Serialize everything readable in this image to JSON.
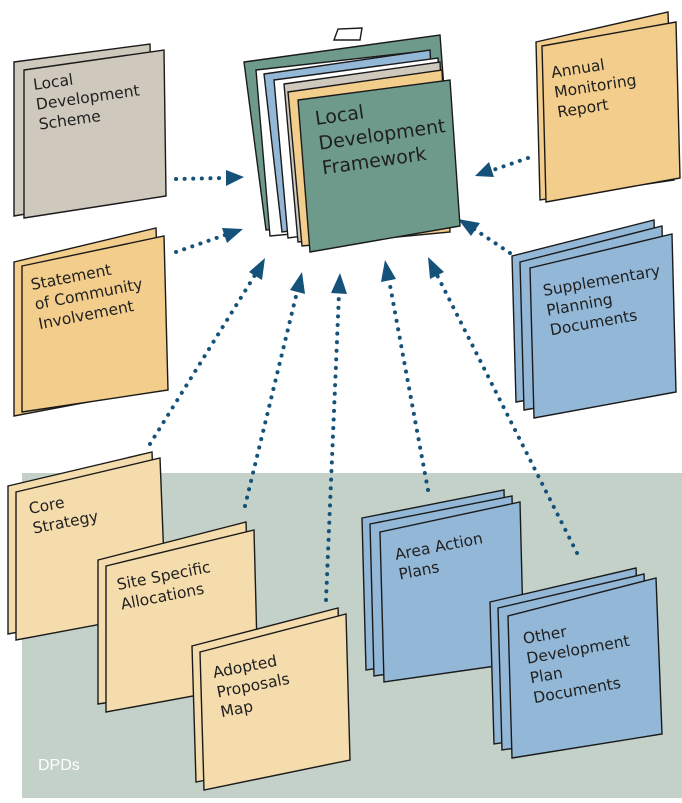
{
  "central": {
    "lines": [
      "Local",
      "Development",
      "Framework"
    ]
  },
  "folders": {
    "lds": {
      "lines": [
        "Local",
        "Development",
        "Scheme"
      ]
    },
    "amr": {
      "lines": [
        "Annual",
        "Monitoring",
        "Report"
      ]
    },
    "sci": {
      "lines": [
        "Statement",
        "of Community",
        "Involvement"
      ]
    },
    "spd": {
      "lines": [
        "Supplementary",
        "Planning",
        "Documents"
      ]
    },
    "core": {
      "lines": [
        "Core",
        "Strategy"
      ]
    },
    "ssa": {
      "lines": [
        "Site Specific",
        "Allocations"
      ]
    },
    "apm": {
      "lines": [
        "Adopted",
        "Proposals",
        "Map"
      ]
    },
    "aap": {
      "lines": [
        "Area Action",
        "Plans"
      ]
    },
    "odpd": {
      "lines": [
        "Other",
        "Development",
        "Plan",
        "Documents"
      ]
    }
  },
  "region": {
    "label": "DPDs"
  },
  "colors": {
    "grey": "#cfc8bd",
    "orange": "#f2cd8b",
    "cream": "#f5dcac",
    "blue": "#93b7d6",
    "green": "#6e9a8c",
    "dpd_background": "#c3d1c9",
    "arrow": "#14527a"
  }
}
